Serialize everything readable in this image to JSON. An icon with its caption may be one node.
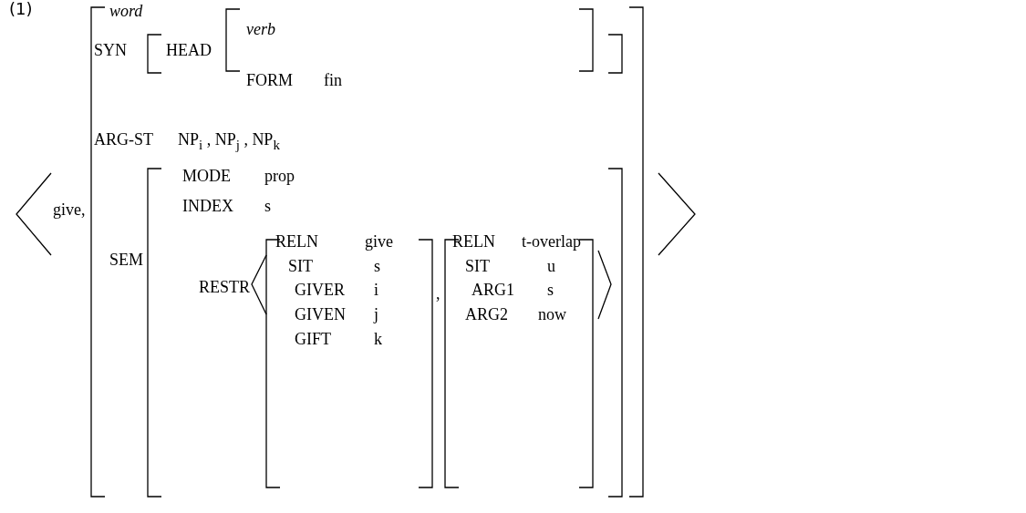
{
  "diagram": {
    "labels": [
      "(1)",
      "word",
      "SYN",
      "HEAD",
      "verb",
      "FORM",
      "fin",
      "ARG-ST",
      "NP$_{i}$ , NP$_{j}$ , NP$_{k}$",
      "give,",
      "MODE",
      "prop",
      "INDEX",
      "s",
      "SEM",
      "RELN",
      "give",
      "RELN",
      "t-overlap",
      "SIT",
      "s",
      "SIT",
      "u",
      "RESTR",
      "GIVER",
      "i",
      ",",
      "ARG1",
      "s",
      "GIVEN",
      "j",
      "ARG2",
      "now",
      "GIFT",
      "k"
    ]
  }
}
